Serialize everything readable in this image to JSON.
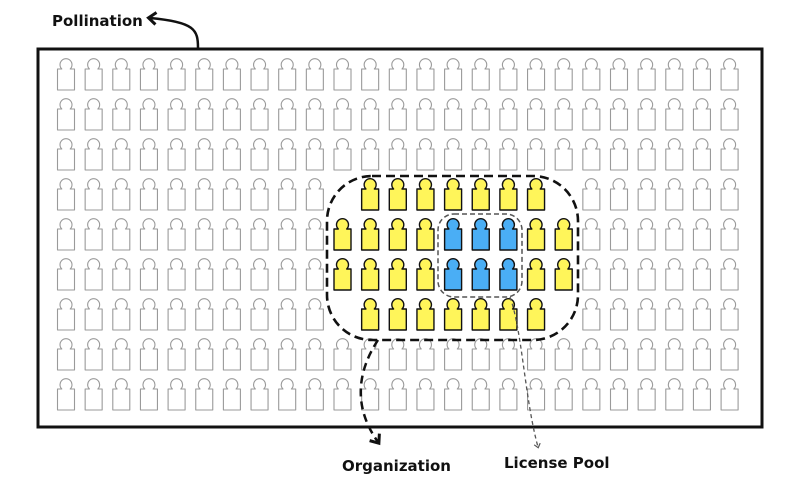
{
  "labels": {
    "population": "Pollination",
    "organization": "Organization",
    "license_pool": "License Pool"
  },
  "grid": {
    "rows": 9,
    "cols": 25
  },
  "organization_region": {
    "rows": [
      3,
      6
    ],
    "cols": [
      10,
      18
    ]
  },
  "members": {
    "organization": [
      [
        3,
        11
      ],
      [
        3,
        12
      ],
      [
        3,
        13
      ],
      [
        3,
        14
      ],
      [
        3,
        15
      ],
      [
        3,
        16
      ],
      [
        3,
        17
      ],
      [
        4,
        10
      ],
      [
        4,
        11
      ],
      [
        4,
        12
      ],
      [
        4,
        13
      ],
      [
        4,
        17
      ],
      [
        4,
        18
      ],
      [
        5,
        10
      ],
      [
        5,
        11
      ],
      [
        5,
        12
      ],
      [
        5,
        13
      ],
      [
        5,
        17
      ],
      [
        5,
        18
      ],
      [
        6,
        11
      ],
      [
        6,
        12
      ],
      [
        6,
        13
      ],
      [
        6,
        14
      ],
      [
        6,
        15
      ],
      [
        6,
        16
      ],
      [
        6,
        17
      ]
    ],
    "license_pool": [
      [
        4,
        14
      ],
      [
        4,
        15
      ],
      [
        4,
        16
      ],
      [
        5,
        14
      ],
      [
        5,
        15
      ],
      [
        5,
        16
      ]
    ]
  },
  "colors": {
    "population": "#9a9a9a",
    "organization": "#fff55a",
    "license_pool": "#4aaef5",
    "outline": "#111111"
  }
}
